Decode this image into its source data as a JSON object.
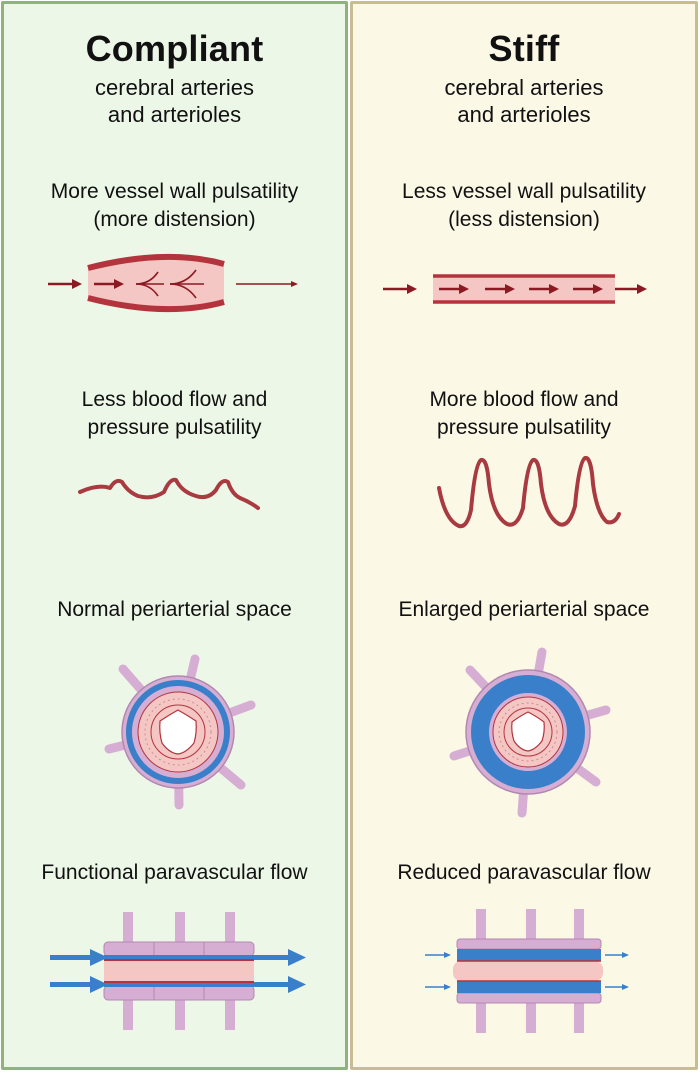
{
  "panels": [
    {
      "title": "Compliant",
      "subtitle": [
        "cerebral arteries",
        "and arterioles"
      ],
      "wall": [
        "More vessel wall pulsatility",
        "(more distension)"
      ],
      "flow": [
        "Less blood flow and",
        "pressure pulsatility"
      ],
      "space": "Normal periarterial space",
      "paravascular": "Functional paravascular flow"
    },
    {
      "title": "Stiff",
      "subtitle": [
        "cerebral arteries",
        "and arterioles"
      ],
      "wall": [
        "Less vessel wall pulsatility",
        "(less distension)"
      ],
      "flow": [
        "More blood flow and",
        "pressure pulsatility"
      ],
      "space": "Enlarged periarterial space",
      "paravascular": "Reduced paravascular flow"
    }
  ],
  "colors": {
    "compliant_bg": "#edf7e8",
    "compliant_border": "#8fb37f",
    "stiff_bg": "#fbf8e6",
    "stiff_border": "#c8bd92",
    "vessel_wall": "#b4343d",
    "vessel_lumen": "#f4c6c4",
    "csf_blue": "#3a7fc9",
    "astrocyte": "#d7aed3",
    "astrocyte_edge": "#b487b0",
    "arrow": "#8b1a22",
    "waveform": "#a83a40"
  },
  "icons": [
    "vessel-icon",
    "waveform-icon",
    "vessel-cross-section-icon",
    "paravascular-flow-icon",
    "arrow-icon"
  ]
}
